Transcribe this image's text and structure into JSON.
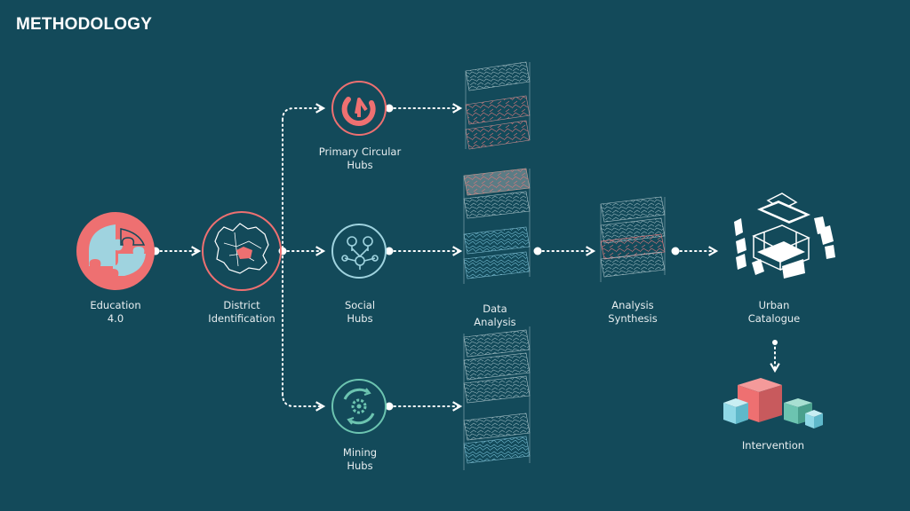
{
  "title": "METHODOLOGY",
  "colors": {
    "background": "#134a5a",
    "coral": "#ee7071",
    "teal": "#9fd3df",
    "mint": "#6cc4b0",
    "white": "#ffffff"
  },
  "nodes": {
    "education": {
      "line1": "Education",
      "line2": "4.0"
    },
    "district": {
      "line1": "District",
      "line2": "Identification"
    },
    "primary": {
      "line1": "Primary Circular",
      "line2": "Hubs"
    },
    "social": {
      "line1": "Social",
      "line2": "Hubs"
    },
    "mining": {
      "line1": "Mining",
      "line2": "Hubs"
    },
    "data": {
      "line1": "Data",
      "line2": "Analysis"
    },
    "synthesis": {
      "line1": "Analysis",
      "line2": "Synthesis"
    },
    "catalogue": {
      "line1": "Urban",
      "line2": "Catalogue"
    },
    "intervention": {
      "line1": "Intervention"
    }
  },
  "icons": {
    "education": "puzzle-icon",
    "district": "district-map-icon",
    "primary": "circular-arrow-icon",
    "social": "people-network-icon",
    "mining": "recycle-gear-icon",
    "catalogue": "exploded-axonometric-icon",
    "intervention": "cubes-icon"
  }
}
